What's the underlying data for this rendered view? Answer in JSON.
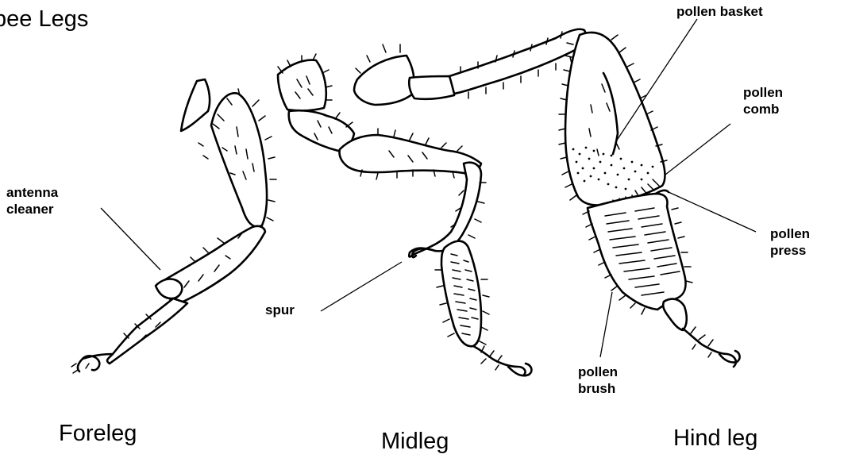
{
  "title": "bee Legs",
  "captions": {
    "foreleg": "Foreleg",
    "midleg": "Midleg",
    "hind_leg": "Hind leg"
  },
  "labels": {
    "antenna_cleaner": "antenna\ncleaner",
    "spur": "spur",
    "pollen_basket": "pollen basket",
    "pollen_comb": "pollen\ncomb",
    "pollen_press": "pollen\npress",
    "pollen_brush": "pollen\nbrush"
  },
  "colors": {
    "ink": "#000000",
    "background": "#ffffff"
  }
}
